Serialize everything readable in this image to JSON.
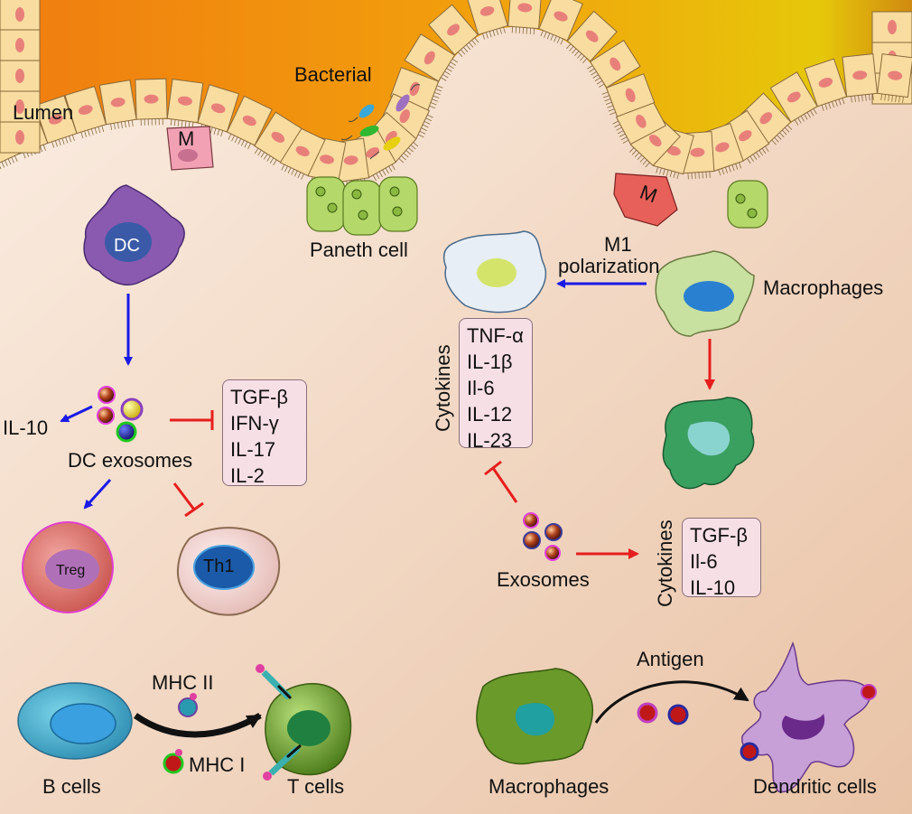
{
  "labels": {
    "lumen": "Lumen",
    "bacterial": "Bacterial",
    "m_cell": "M",
    "m_cell2": "M",
    "paneth": "Paneth cell",
    "dc": "DC",
    "il10": "IL-10",
    "dc_exosomes": "DC exosomes",
    "treg": "Treg",
    "th1": "Th1",
    "m1_line1": "M1",
    "m1_line2": "polarization",
    "macrophages_top": "Macrophages",
    "cytokines_left": "Cytokines",
    "cytokines_right": "Cytokines",
    "exosomes": "Exosomes",
    "mhc2": "MHC II",
    "mhc1": "MHC I",
    "b_cells": "B cells",
    "t_cells": "T cells",
    "antigen": "Antigen",
    "macrophages_bottom": "Macrophages",
    "dendritic": "Dendritic cells"
  },
  "boxes": {
    "dc_cytokines": [
      "TGF-β",
      "IFN-γ",
      "IL-17",
      "IL-2"
    ],
    "m1_cytokines": [
      "TNF-α",
      "IL-1β",
      "Il-6",
      "IL-12",
      "IL-23"
    ],
    "exo_cytokines": [
      "TGF-β",
      "Il-6",
      "IL-10"
    ]
  },
  "colors": {
    "lumen_orange": "#f28a12",
    "lumen_yellow": "#e6c10a",
    "background": "#f7e3d3",
    "activation_arrow": "#1a1ae6",
    "inhibition_arrow": "#e61e1e"
  }
}
